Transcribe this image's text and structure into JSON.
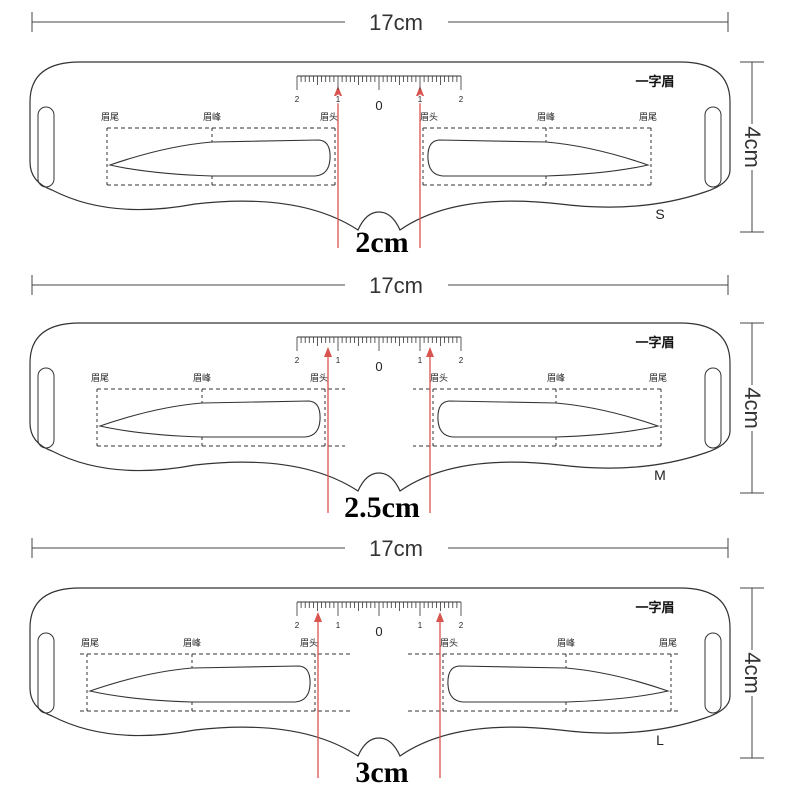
{
  "width_label": "17cm",
  "height_label": "4cm",
  "stencil_title": "一字眉",
  "ruler_numbers": [
    "2",
    "1",
    "0",
    "1",
    "2"
  ],
  "brow_labels": {
    "tail": "眉尾",
    "peak": "眉峰",
    "head": "眉头"
  },
  "arrow_color": "#d9534f",
  "stencils": [
    {
      "size": "S",
      "gap": "2cm"
    },
    {
      "size": "M",
      "gap": "2.5cm"
    },
    {
      "size": "L",
      "gap": "3cm"
    }
  ]
}
